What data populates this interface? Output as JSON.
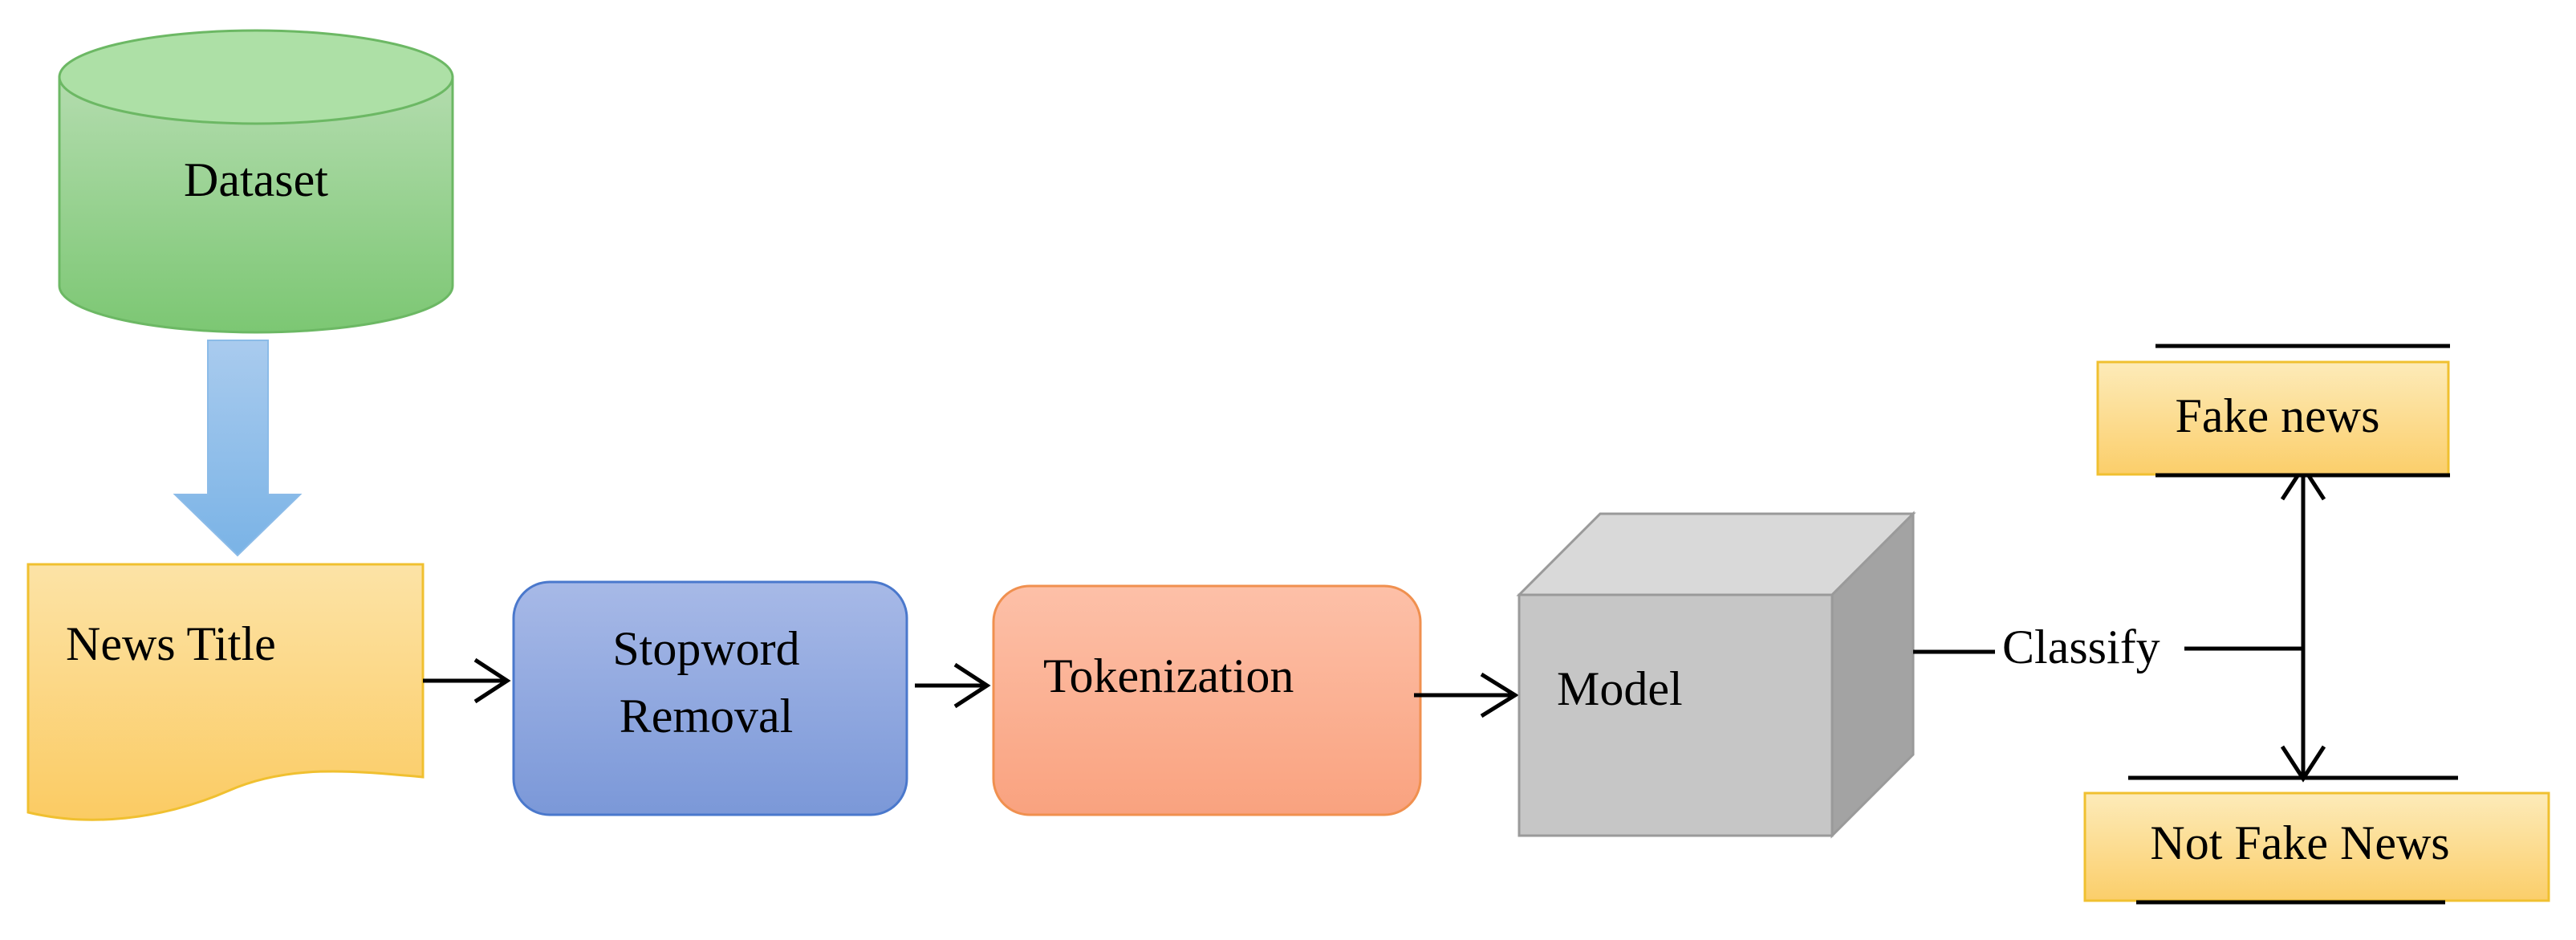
{
  "nodes": {
    "dataset": {
      "label": "Dataset"
    },
    "news_title": {
      "label": "News Title"
    },
    "stopword_removal": {
      "label_line1": "Stopword",
      "label_line2": "Removal"
    },
    "tokenization": {
      "label": "Tokenization"
    },
    "model": {
      "label": "Model"
    },
    "fake_news": {
      "label": "Fake news"
    },
    "not_fake_news": {
      "label": "Not Fake News"
    }
  },
  "edges": {
    "classify": {
      "label": "Classify"
    }
  },
  "colors": {
    "dataset_green_top": "#b3dcae",
    "dataset_green_bottom": "#7cc773",
    "dataset_stroke": "#6cb864",
    "flow_arrow_blue_top": "#a9cbee",
    "flow_arrow_blue_bottom": "#7ab3e6",
    "document_yellow_top": "#fce3a6",
    "document_yellow_bottom": "#fbcb63",
    "document_stroke": "#f0c030",
    "stopword_blue_top": "#a7b9e7",
    "stopword_blue_bottom": "#7b98d8",
    "stopword_stroke": "#4a78cc",
    "token_orange_top": "#fdc0a8",
    "token_orange_bottom": "#f9a27f",
    "token_stroke": "#f0904f",
    "model_front": "#c6c6c6",
    "model_top": "#d9d9d9",
    "model_side": "#a3a3a3",
    "output_yellow_top": "#fdebb9",
    "output_yellow_bottom": "#fbce6a",
    "line_black": "#000000"
  }
}
